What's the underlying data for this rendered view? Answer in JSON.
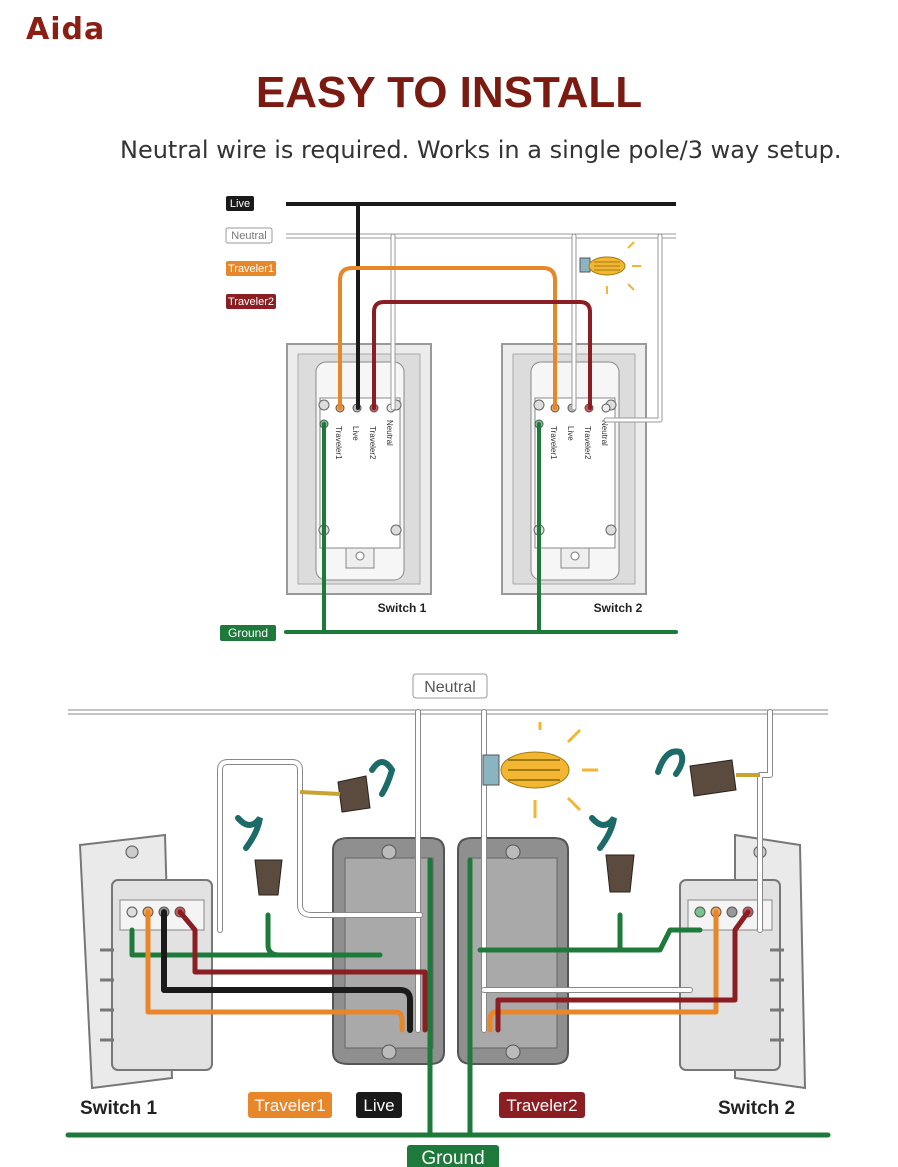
{
  "brand": "Aida",
  "title": "EASY TO INSTALL",
  "subtitle": "Neutral wire is required. Works in a single pole/3 way setup.",
  "top_diagram": {
    "legend": {
      "live": "Live",
      "neutral": "Neutral",
      "traveler1": "Traveler1",
      "traveler2": "Traveler2",
      "ground": "Ground"
    },
    "terminals": {
      "traveler1": "Traveler1",
      "live": "Live",
      "traveler2": "Traveler2",
      "neutral": "Neutral"
    },
    "switch1": "Switch 1",
    "switch2": "Switch 2"
  },
  "bottom_diagram": {
    "neutral": "Neutral",
    "switch1": "Switch 1",
    "switch2": "Switch 2",
    "traveler1": "Traveler1",
    "live": "Live",
    "traveler2": "Traveler2",
    "ground": "Ground"
  },
  "colors": {
    "live": "#1a1a1a",
    "neutral": "#ffffff",
    "traveler1": "#e8862a",
    "traveler2": "#8b1e22",
    "ground": "#1e7a3a",
    "title": "#7a1a10",
    "arrow": "#1d6b68"
  }
}
